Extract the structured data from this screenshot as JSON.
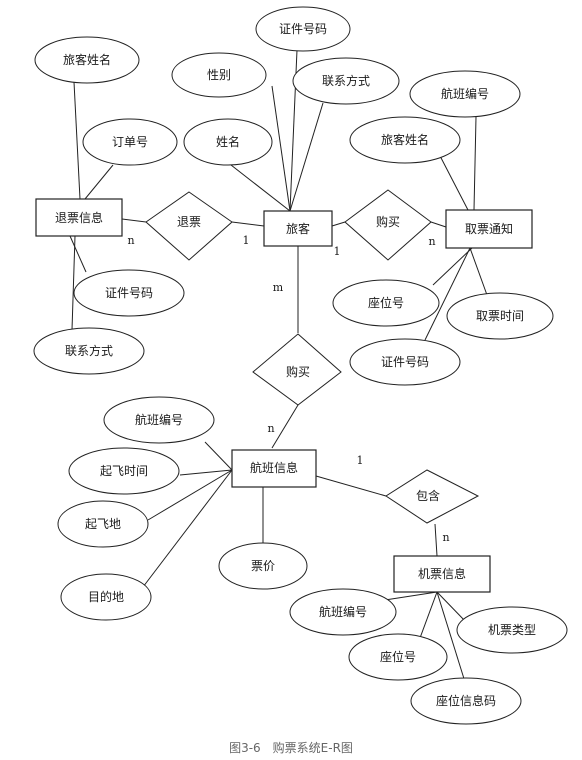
{
  "caption": "图3-6　购票系统E-R图",
  "entities": {
    "passenger": "旅客",
    "refund_info": "退票信息",
    "ticket_notice": "取票通知",
    "flight_info": "航班信息",
    "ticket_info": "机票信息"
  },
  "relations": {
    "refund": "退票",
    "buy_top": "购买",
    "buy_mid": "购买",
    "contain": "包含"
  },
  "attributes": {
    "passenger": [
      "证件号码",
      "性别",
      "联系方式",
      "姓名"
    ],
    "refund_info": [
      "旅客姓名",
      "订单号",
      "证件号码",
      "联系方式"
    ],
    "ticket_notice": [
      "航班编号",
      "旅客姓名",
      "座位号",
      "取票时间",
      "证件号码"
    ],
    "flight_info": [
      "航班编号",
      "起飞时间",
      "起飞地",
      "目的地",
      "票价"
    ],
    "ticket_info": [
      "航班编号",
      "机票类型",
      "座位号",
      "座位信息码"
    ]
  },
  "cardinalities": {
    "refund_side_entity": "n",
    "refund_side_passenger": "1",
    "buy_top_passenger": "1",
    "buy_top_notice": "n",
    "buy_mid_passenger": "m",
    "buy_mid_flight": "n",
    "contain_flight": "1",
    "contain_ticket": "n"
  }
}
